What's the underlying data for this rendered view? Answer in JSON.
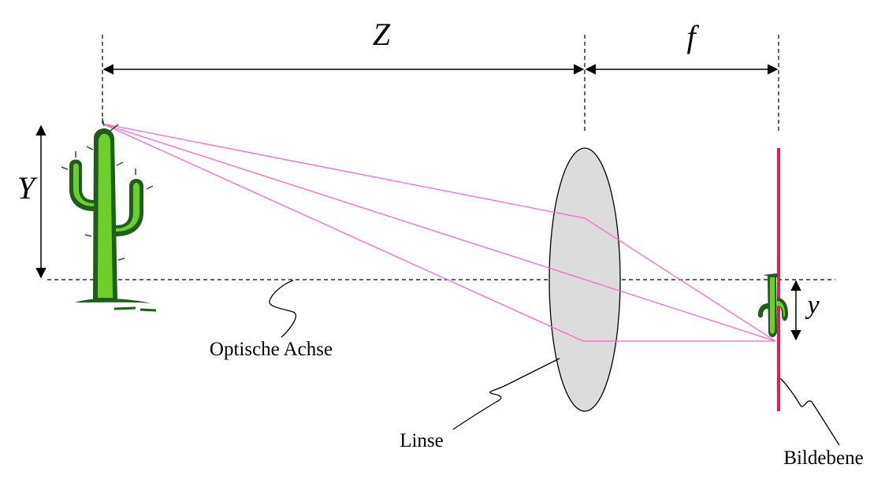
{
  "dimensions": {
    "object_distance": "Z",
    "focal_length": "f",
    "object_height": "Y",
    "image_height": "y"
  },
  "labels": {
    "optical_axis": "Optische Achse",
    "lens": "Linse",
    "image_plane": "Bildebene"
  },
  "colors": {
    "rays": "#ff66cc",
    "image_plane": "#e8185c",
    "lens_fill": "#dcdcdc",
    "cactus_dark": "#1f5e16",
    "cactus_light": "#6fcf2a",
    "lines": "#000000"
  }
}
